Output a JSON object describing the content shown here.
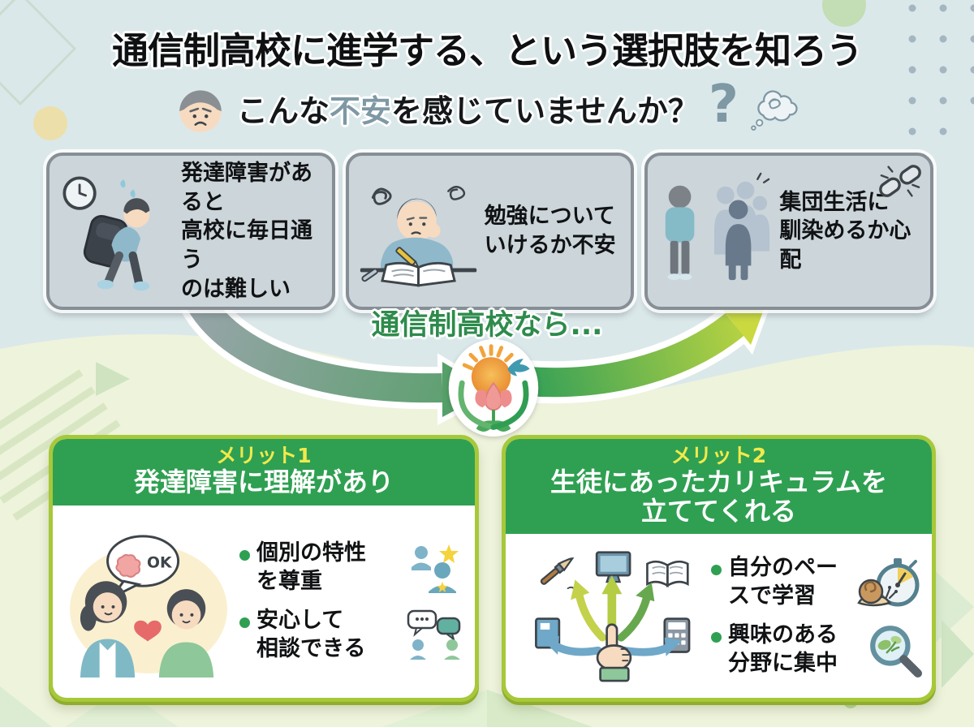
{
  "header": {
    "title": "通信制高校に進学する、という選択肢を知ろう",
    "subtitle_pre": "こんな",
    "subtitle_highlight": "不安",
    "subtitle_post": "を感じていませんか？",
    "big_question_mark": "?"
  },
  "worries": [
    {
      "icon": "tired-student-backpack",
      "text": "発達障害があると\n高校に毎日通う\nのは難しい"
    },
    {
      "icon": "studying-anxious-student",
      "text": "勉強について\nいけるか不安"
    },
    {
      "icon": "group-life-outsider",
      "text": "集団生活に\n馴染めるか心配"
    }
  ],
  "transition": {
    "label": "通信制高校なら..."
  },
  "merits": [
    {
      "badge": "メリット1",
      "title": "発達障害に理解があり",
      "bubble_label": "OK",
      "points": [
        {
          "text": "個別の特性\nを尊重",
          "icon": "students-with-stars"
        },
        {
          "text": "安心して\n相談できる",
          "icon": "consultation-chat"
        }
      ]
    },
    {
      "badge": "メリット2",
      "title": "生徒にあったカリキュラムを\n立ててくれる",
      "points": [
        {
          "text": "自分のペー\nスで学習",
          "icon": "snail-stopwatch"
        },
        {
          "text": "興味のある\n分野に集中",
          "icon": "magnifier-interest"
        }
      ]
    }
  ],
  "colors": {
    "background_top": "#dbe8ea",
    "background_bottom": "#eef3dc",
    "worry_card_fill": "#ccd5da",
    "worry_card_border": "#878f96",
    "highlight_slate": "#7e98a4",
    "transition_green": "#2e8b4c",
    "merit_header_green": "#2fa052",
    "merit_border_lime": "#a7c839",
    "badge_yellow": "#f3e94b",
    "arrow_gray": "#9aa5ac",
    "arrow_green": "#35a057",
    "arrow_lime": "#c9d93f"
  }
}
